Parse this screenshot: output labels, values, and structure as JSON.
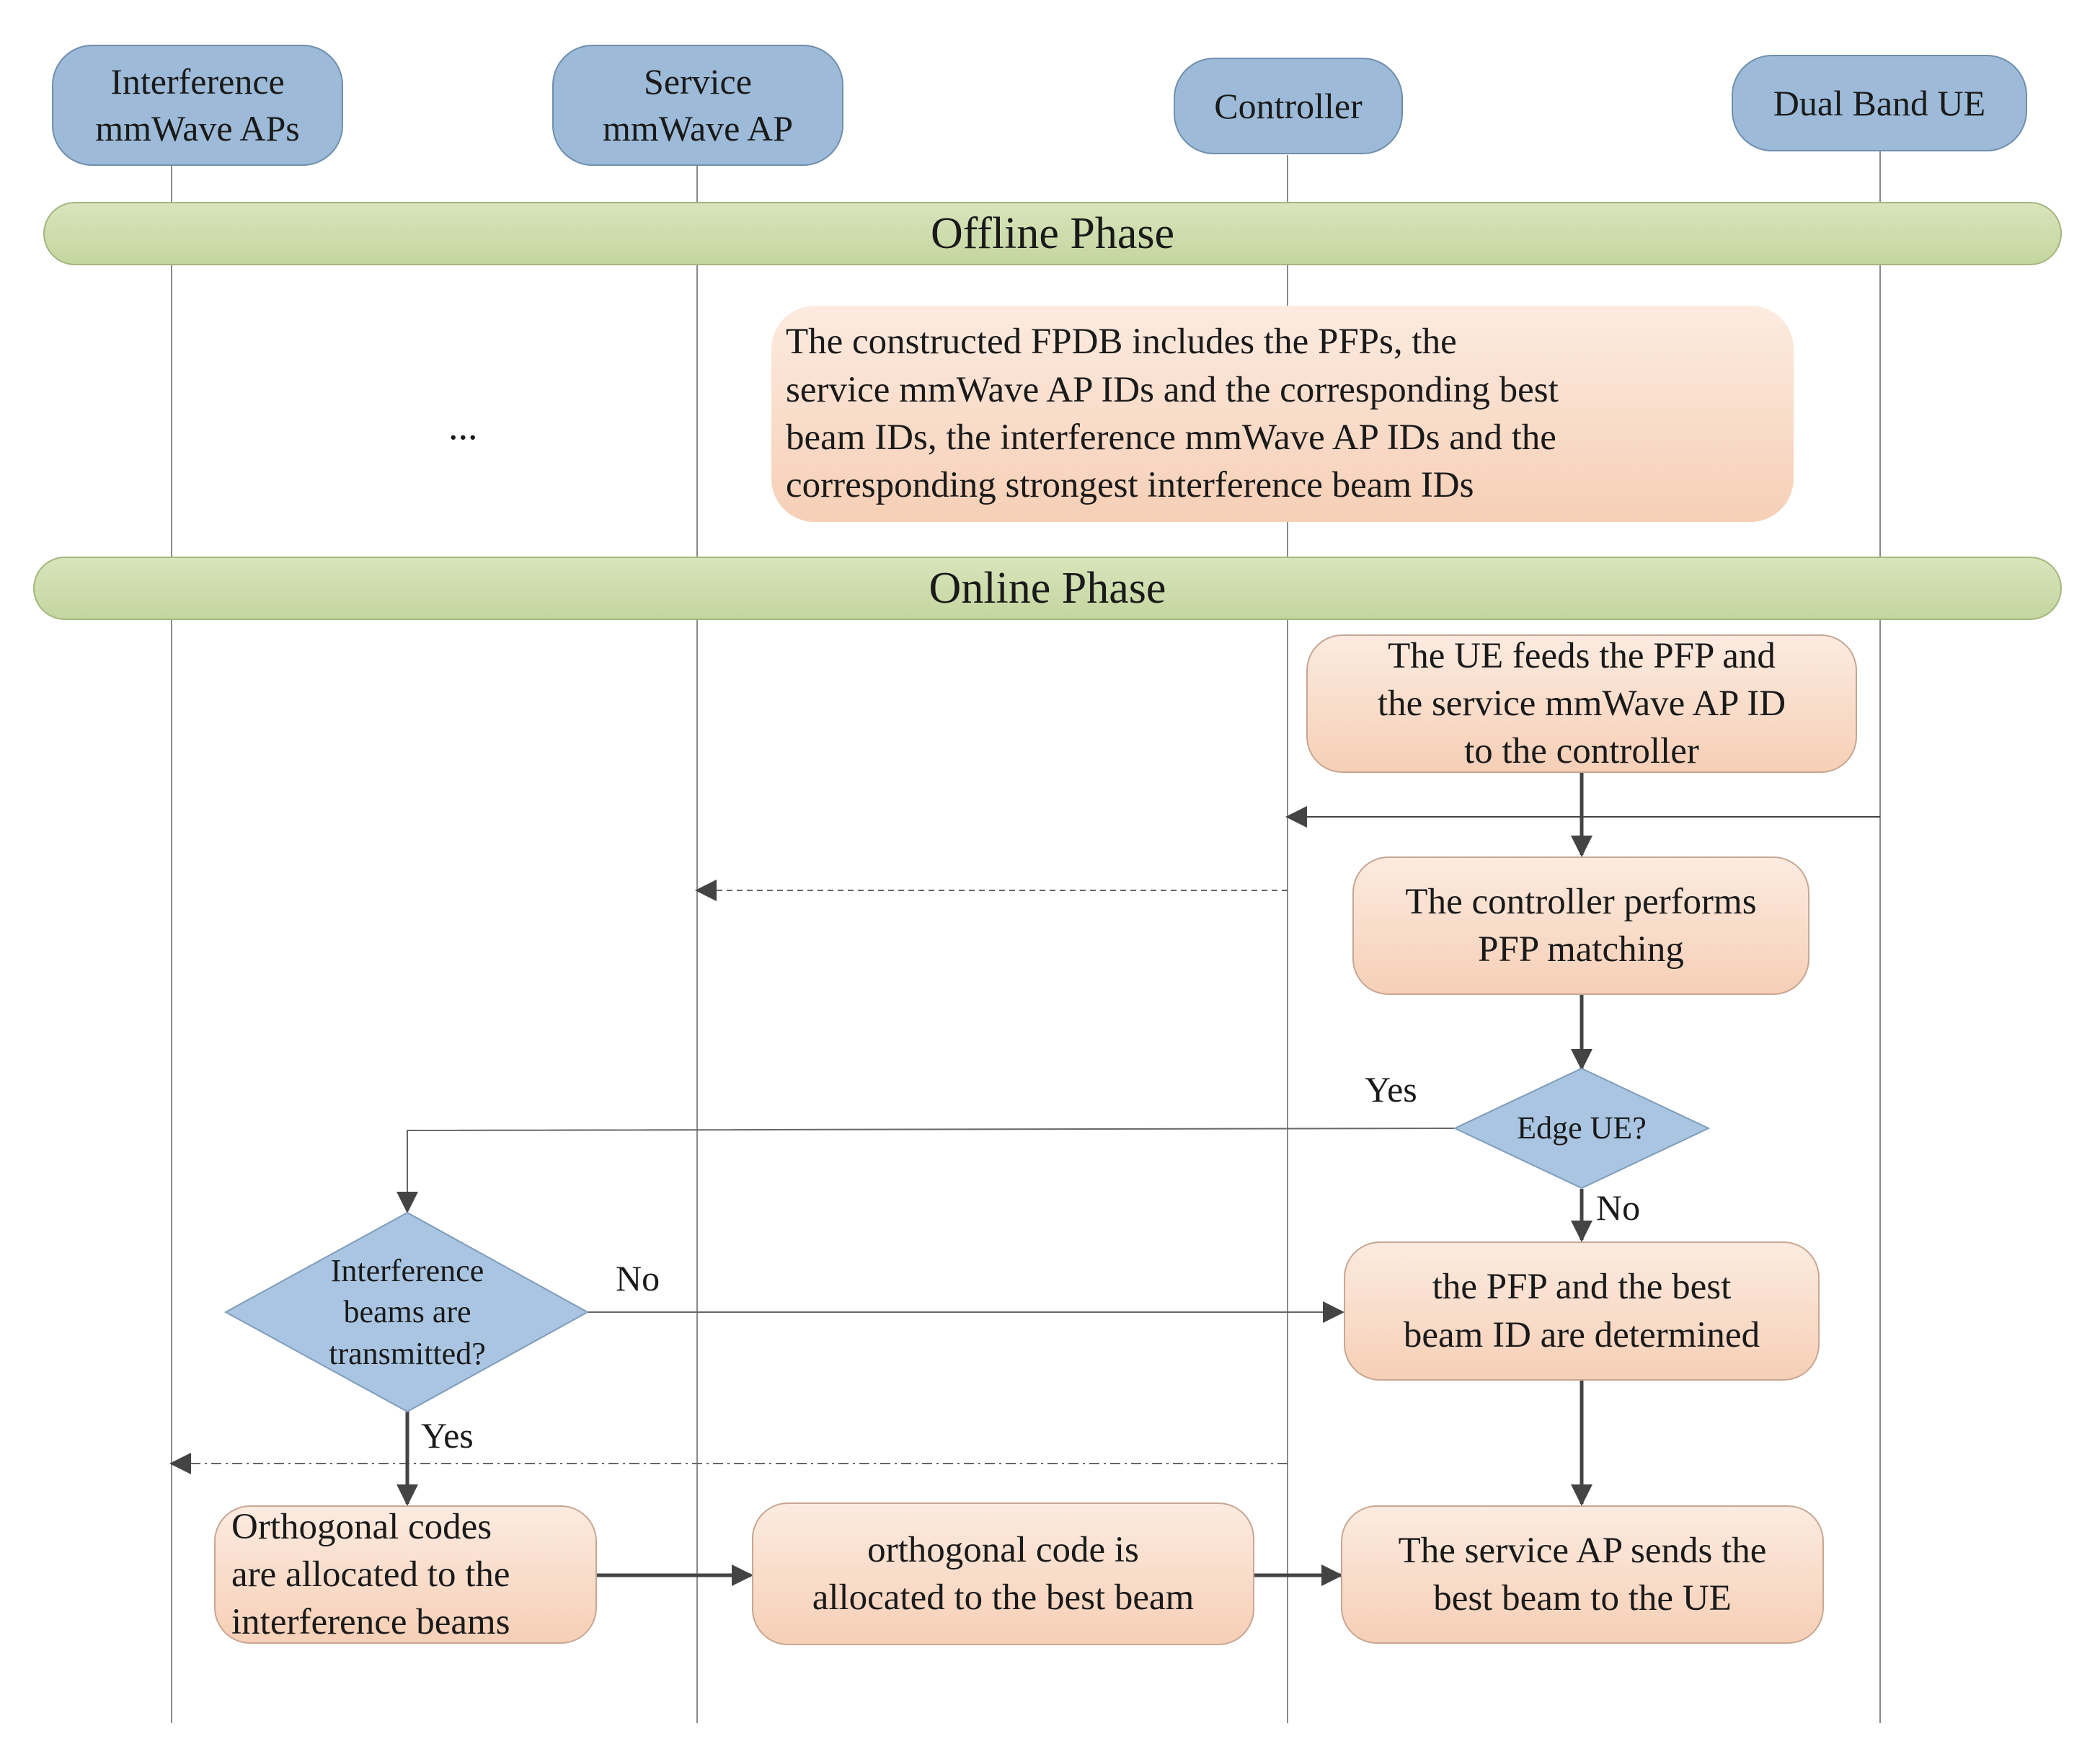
{
  "lanes": {
    "interference": "Interference\nmmWave APs",
    "service": "Service\nmmWave AP",
    "controller": "Controller",
    "ue": "Dual Band UE"
  },
  "phases": {
    "offline": "Offline Phase",
    "online": "Online Phase"
  },
  "offline": {
    "ellipsis": "...",
    "fpdb_box": "The constructed FPDB includes the PFPs, the\nservice mmWave AP IDs and the corresponding best\nbeam IDs, the interference mmWave AP IDs and the\ncorresponding strongest interference beam IDs"
  },
  "online": {
    "ue_feeds": "The UE feeds the PFP and\nthe service mmWave AP ID\nto the controller",
    "pfp_matching": "The controller performs\nPFP matching",
    "edge_ue": "Edge UE?",
    "edge_yes": "Yes",
    "edge_no": "No",
    "interference_tx": "Interference\nbeams are\ntransmitted?",
    "interference_no": "No",
    "interference_yes": "Yes",
    "pfp_determined": "the PFP and the best\nbeam ID are determined",
    "orthogonal_interference": "Orthogonal codes\nare allocated to the\ninterference beams",
    "orthogonal_best": "orthogonal code is\nallocated to the best beam",
    "service_sends": "The service AP sends the\nbest beam to the UE"
  },
  "colors": {
    "lane_head": "#9dbbd8",
    "phase_bar": "#c9d9a8",
    "process_box": "#f8d8c4",
    "decision": "#a9c5e2",
    "line": "#444444"
  }
}
